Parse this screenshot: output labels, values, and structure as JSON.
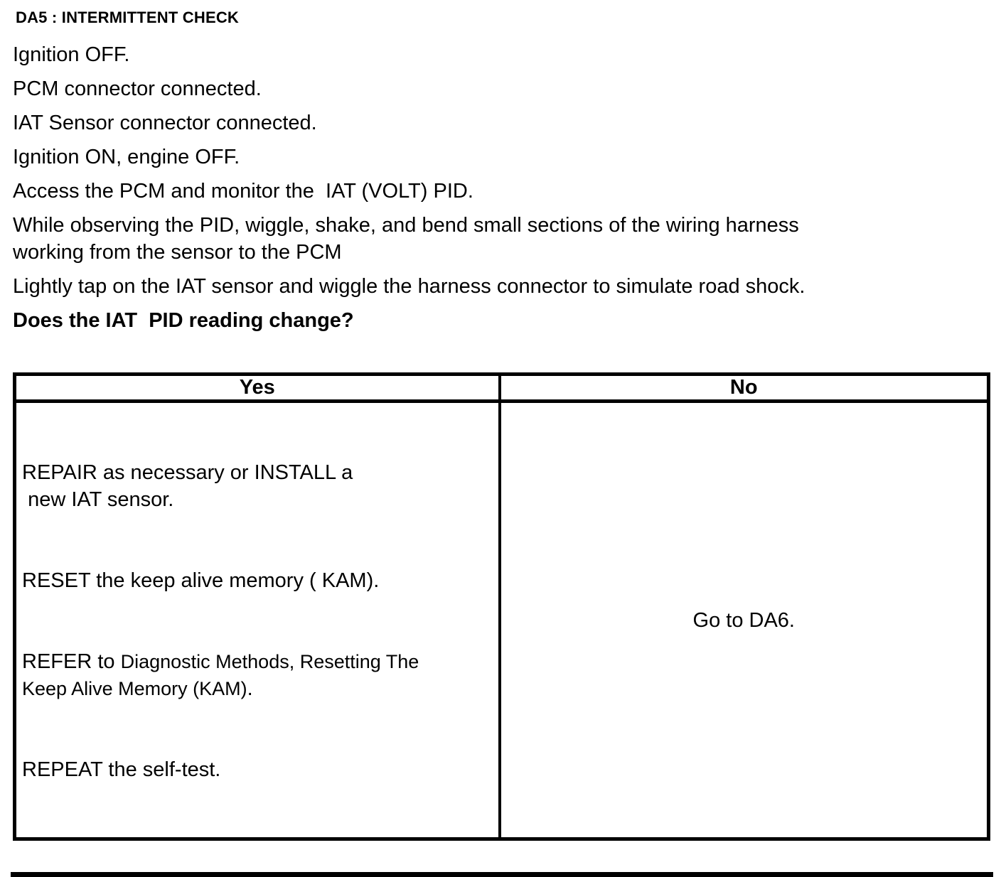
{
  "page": {
    "title": "DA5 : INTERMITTENT CHECK",
    "steps": [
      "Ignition OFF.",
      "PCM connector connected.",
      "IAT Sensor connector connected.",
      "Ignition ON, engine OFF.",
      "Access the PCM and monitor the  IAT (VOLT) PID.",
      "While observing the PID, wiggle, shake, and bend small sections of the wiring harness\nworking from the sensor to the PCM",
      "Lightly tap on the IAT sensor and wiggle the harness connector to simulate road shock."
    ],
    "question": "Does the IAT  PID reading change?",
    "result_table": {
      "yes_header": "Yes",
      "no_header": "No",
      "yes_cell": {
        "repair": "REPAIR as necessary or INSTALL a\n new IAT sensor.",
        "reset": "RESET the keep alive memory ( KAM).",
        "refer_prefix": "REFER to ",
        "refer_reference": "Diagnostic Methods, Resetting The\nKeep Alive Memory (KAM)",
        "refer_suffix": ".",
        "repeat": "REPEAT the self-test."
      },
      "no_cell": "Go to DA6."
    },
    "colors": {
      "text": "#000000",
      "background": "#ffffff",
      "table_border": "#000000"
    }
  }
}
